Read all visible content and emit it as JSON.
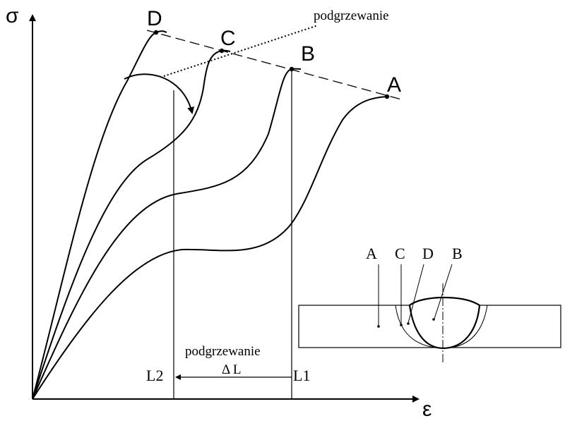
{
  "axes": {
    "y_label": "σ",
    "x_label": "ε"
  },
  "curves": [
    {
      "label": "D"
    },
    {
      "label": "C"
    },
    {
      "label": "B"
    },
    {
      "label": "A"
    }
  ],
  "annotations": {
    "heating_top": "podgrzewanie",
    "heating_bottom": "podgrzewanie",
    "delta_l": "Δ L",
    "l1": "L1",
    "l2": "L2"
  },
  "weld_inset": {
    "labels": [
      "A",
      "C",
      "D",
      "B"
    ]
  },
  "colors": {
    "line": "#000000",
    "background": "#ffffff"
  }
}
